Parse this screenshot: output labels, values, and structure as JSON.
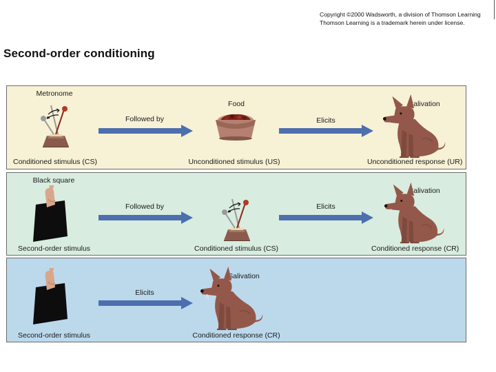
{
  "copyright": {
    "line1": "Copyright ©2000 Wadsworth, a division of Thomson Learning",
    "line2": "Thomson Learning is a trademark herein under license."
  },
  "title": "Second-order conditioning",
  "panels": [
    {
      "top_label": "Metronome",
      "left_label": "Conditioned stimulus (CS)",
      "arrow1_label": "Followed by",
      "middle_top_label": "Food",
      "middle_label": "Unconditioned stimulus (US)",
      "arrow2_label": "Elicits",
      "right_top_label": "Salivation",
      "right_label": "Unconditioned response (UR)"
    },
    {
      "top_label": "Black square",
      "left_label": "Second-order stimulus",
      "arrow1_label": "Followed by",
      "middle_label": "Conditioned stimulus (CS)",
      "arrow2_label": "Elicits",
      "right_top_label": "Salivation",
      "right_label": "Conditioned response (CR)"
    },
    {
      "left_label": "Second-order stimulus",
      "arrow1_label": "Elicits",
      "right_top_label": "Salivation",
      "right_label": "Conditioned response (CR)"
    }
  ],
  "colors": {
    "panel1_bg": "#f7f1d6",
    "panel2_bg": "#d8ecdf",
    "panel3_bg": "#bcd9ec",
    "arrow": "#4d6fae",
    "dog": "#93584a",
    "metronome_box": "#8a5a4c",
    "black_square": "#0d0d0d"
  },
  "icons": [
    "metronome-icon",
    "food-bowl-icon",
    "dog-icon",
    "black-square-icon",
    "hand-icon",
    "arrow-right-icon"
  ]
}
